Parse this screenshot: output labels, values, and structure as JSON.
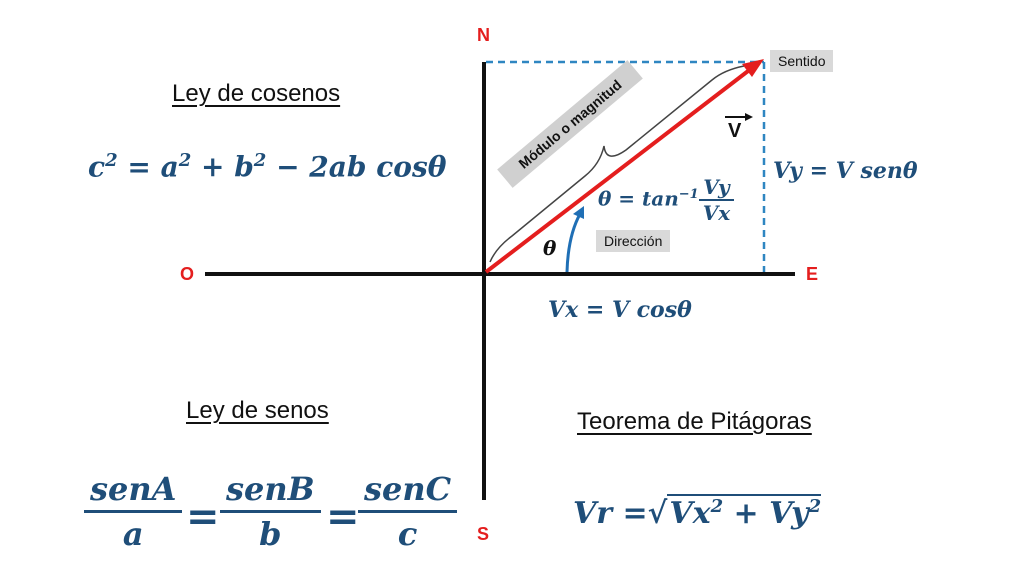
{
  "headings": {
    "cosines": "Ley de cosenos",
    "sines": "Ley de senos",
    "pythagoras": "Teorema de Pitágoras"
  },
  "formulas": {
    "cosines": {
      "c": "c",
      "two": "2",
      "eq": " = ",
      "a": "a",
      "plus": " + ",
      "b": "b",
      "minus": " − 2ab cosθ"
    },
    "sines": {
      "f1_num": "senA",
      "f1_den": "a",
      "eq1": "=",
      "f2_num": "senB",
      "f2_den": "b",
      "eq2": "=",
      "f3_num": "senC",
      "f3_den": "c"
    },
    "pythagoras": {
      "lhs": "Vr =",
      "radical": "√",
      "vx": "Vx",
      "plus": " + ",
      "vy": "Vy",
      "exp": "2"
    },
    "vx": "Vx = V cosθ",
    "vy": "Vy = V senθ",
    "angle": {
      "lhs": "θ = tan",
      "exp": "−1",
      "num": "Vy",
      "den": "Vx"
    }
  },
  "cardinals": {
    "north": "N",
    "south": "S",
    "east": "E",
    "west": "O"
  },
  "labels": {
    "sense": "Sentido",
    "direction": "Dirección",
    "magnitude": "Módulo o magnitud",
    "vector": "V",
    "theta": "θ"
  },
  "colors": {
    "vector": "#e41e1e",
    "dashed": "#2e86c1",
    "angle_arc": "#1f6fb5",
    "formula": "#1f4e79",
    "cardinal": "#e41e1e",
    "axes": "#111111"
  }
}
